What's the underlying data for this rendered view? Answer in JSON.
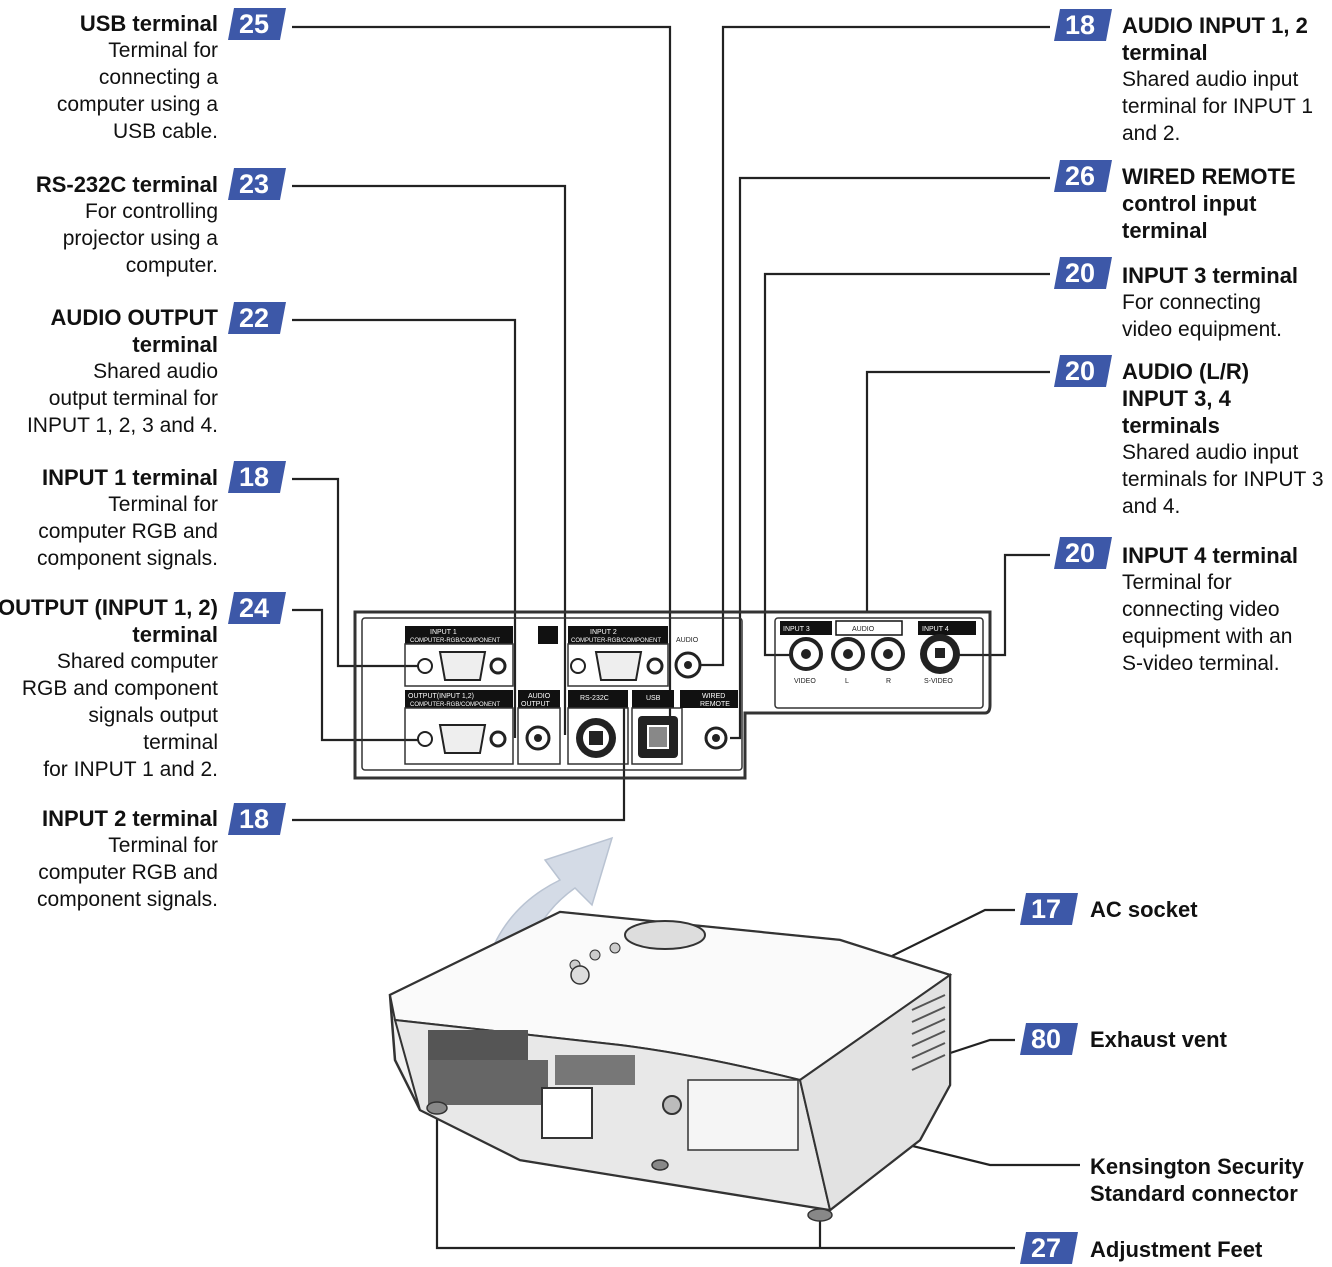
{
  "left_labels": [
    {
      "badge": "25",
      "title": "USB terminal",
      "desc": [
        "Terminal for",
        "connecting a",
        "computer using a",
        "USB cable."
      ]
    },
    {
      "badge": "23",
      "title": "RS-232C terminal",
      "desc": [
        "For controlling",
        "projector using a",
        "computer."
      ]
    },
    {
      "badge": "22",
      "title": "AUDIO OUTPUT",
      "title2": "terminal",
      "desc": [
        "Shared audio",
        "output terminal for",
        "INPUT 1, 2, 3 and 4."
      ]
    },
    {
      "badge": "18",
      "title": "INPUT 1 terminal",
      "desc": [
        "Terminal for",
        "computer RGB and",
        "component signals."
      ]
    },
    {
      "badge": "24",
      "title": "OUTPUT (INPUT 1, 2)",
      "title2": "terminal",
      "desc": [
        "Shared computer",
        "RGB and component",
        "signals output",
        "terminal",
        "for INPUT 1 and 2."
      ]
    },
    {
      "badge": "18",
      "title": "INPUT 2 terminal",
      "desc": [
        "Terminal for",
        "computer RGB and",
        "component signals."
      ]
    }
  ],
  "right_labels": [
    {
      "badge": "18",
      "title": "AUDIO INPUT 1, 2",
      "title2": "terminal",
      "desc": [
        "Shared audio input",
        "terminal for INPUT 1",
        "and 2."
      ]
    },
    {
      "badge": "26",
      "title": "WIRED REMOTE",
      "title2": "control input",
      "title3": "terminal",
      "desc": []
    },
    {
      "badge": "20",
      "title": "INPUT 3 terminal",
      "desc": [
        "For connecting",
        "video equipment."
      ]
    },
    {
      "badge": "20",
      "title": "AUDIO (L/R)",
      "title2": "INPUT 3, 4",
      "title3": "terminals",
      "desc": [
        "Shared audio input",
        "terminals for INPUT 3",
        "and 4."
      ]
    },
    {
      "badge": "20",
      "title": "INPUT 4 terminal",
      "desc": [
        "Terminal for",
        "connecting video",
        "equipment with an",
        "S-video terminal."
      ]
    }
  ],
  "bottom_labels": [
    {
      "badge": "17",
      "title": "AC socket"
    },
    {
      "badge": "80",
      "title": "Exhaust vent"
    },
    {
      "badge": "",
      "title": "Kensington Security",
      "title2": "Standard connector"
    },
    {
      "badge": "27",
      "title": "Adjustment Feet"
    }
  ],
  "panel_labels": {
    "input1": "INPUT 1",
    "input1_sub": "COMPUTER-RGB/COMPONENT",
    "input2": "INPUT 2",
    "input2_sub": "COMPUTER-RGB/COMPONENT",
    "audio_in": "AUDIO",
    "output": "OUTPUT(INPUT 1,2)",
    "output_sub": "COMPUTER-RGB/COMPONENT",
    "audio_out": "AUDIO",
    "audio_out2": "OUTPUT",
    "rs232c": "RS-232C",
    "usb": "USB",
    "wired": "WIRED",
    "remote": "REMOTE",
    "input3": "INPUT 3",
    "audio34": "AUDIO",
    "input4": "INPUT 4",
    "video": "VIDEO",
    "l": "L",
    "r": "R",
    "svideo": "S-VIDEO"
  },
  "colors": {
    "badge": "#3d58a8",
    "line": "#222222",
    "panel": "#333333"
  }
}
